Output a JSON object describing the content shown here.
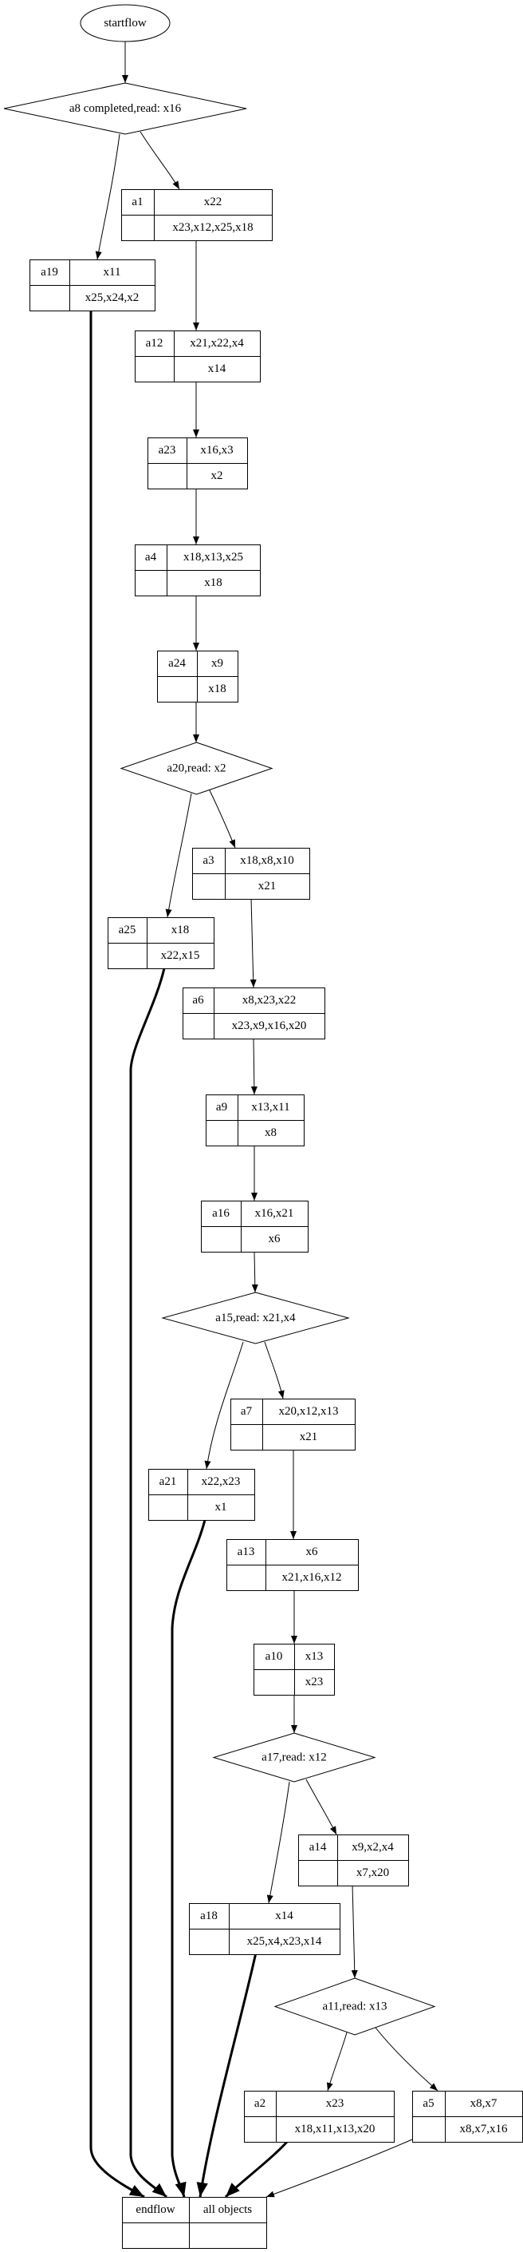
{
  "diagram": {
    "colors": {
      "stroke": "#000000",
      "background": "#ffffff"
    },
    "start": {
      "id": "startflow",
      "label": "startflow",
      "shape": "ellipse"
    },
    "decisions": [
      {
        "id": "a8",
        "label": "a8 completed,read: x16"
      },
      {
        "id": "a20",
        "label": "a20,read: x2"
      },
      {
        "id": "a15",
        "label": "a15,read: x21,x4"
      },
      {
        "id": "a17",
        "label": "a17,read: x12"
      },
      {
        "id": "a11",
        "label": "a11,read: x13"
      }
    ],
    "activities": [
      {
        "id": "a1",
        "name": "a1",
        "top": "x22",
        "bottom": "x23,x12,x25,x18"
      },
      {
        "id": "a19",
        "name": "a19",
        "top": "x11",
        "bottom": "x25,x24,x2"
      },
      {
        "id": "a12",
        "name": "a12",
        "top": "x21,x22,x4",
        "bottom": "x14"
      },
      {
        "id": "a23",
        "name": "a23",
        "top": "x16,x3",
        "bottom": "x2"
      },
      {
        "id": "a4",
        "name": "a4",
        "top": "x18,x13,x25",
        "bottom": "x18"
      },
      {
        "id": "a24",
        "name": "a24",
        "top": "x9",
        "bottom": "x18"
      },
      {
        "id": "a3",
        "name": "a3",
        "top": "x18,x8,x10",
        "bottom": "x21"
      },
      {
        "id": "a25",
        "name": "a25",
        "top": "x18",
        "bottom": "x22,x15"
      },
      {
        "id": "a6",
        "name": "a6",
        "top": "x8,x23,x22",
        "bottom": "x23,x9,x16,x20"
      },
      {
        "id": "a9",
        "name": "a9",
        "top": "x13,x11",
        "bottom": "x8"
      },
      {
        "id": "a16",
        "name": "a16",
        "top": "x16,x21",
        "bottom": "x6"
      },
      {
        "id": "a7",
        "name": "a7",
        "top": "x20,x12,x13",
        "bottom": "x21"
      },
      {
        "id": "a21",
        "name": "a21",
        "top": "x22,x23",
        "bottom": "x1"
      },
      {
        "id": "a13",
        "name": "a13",
        "top": "x6",
        "bottom": "x21,x16,x12"
      },
      {
        "id": "a10",
        "name": "a10",
        "top": "x13",
        "bottom": "x23"
      },
      {
        "id": "a14",
        "name": "a14",
        "top": "x9,x2,x4",
        "bottom": "x7,x20"
      },
      {
        "id": "a18",
        "name": "a18",
        "top": "x14",
        "bottom": "x25,x4,x23,x14"
      },
      {
        "id": "a2",
        "name": "a2",
        "top": "x23",
        "bottom": "x18,x11,x13,x20"
      },
      {
        "id": "a5",
        "name": "a5",
        "top": "x8,x7",
        "bottom": "x8,x7,x16"
      }
    ],
    "end": {
      "id": "endflow",
      "name": "endflow",
      "top": "all objects",
      "bottom": ""
    },
    "edges": [
      {
        "from": "startflow",
        "to": "a8",
        "bold": false
      },
      {
        "from": "a8",
        "to": "a19",
        "bold": false
      },
      {
        "from": "a8",
        "to": "a1",
        "bold": false
      },
      {
        "from": "a1",
        "to": "a12",
        "bold": false
      },
      {
        "from": "a12",
        "to": "a23",
        "bold": false
      },
      {
        "from": "a23",
        "to": "a4",
        "bold": false
      },
      {
        "from": "a4",
        "to": "a24",
        "bold": false
      },
      {
        "from": "a24",
        "to": "a20",
        "bold": false
      },
      {
        "from": "a20",
        "to": "a25",
        "bold": false
      },
      {
        "from": "a20",
        "to": "a3",
        "bold": false
      },
      {
        "from": "a3",
        "to": "a6",
        "bold": false
      },
      {
        "from": "a6",
        "to": "a9",
        "bold": false
      },
      {
        "from": "a9",
        "to": "a16",
        "bold": false
      },
      {
        "from": "a16",
        "to": "a15",
        "bold": false
      },
      {
        "from": "a15",
        "to": "a21",
        "bold": false
      },
      {
        "from": "a15",
        "to": "a7",
        "bold": false
      },
      {
        "from": "a7",
        "to": "a13",
        "bold": false
      },
      {
        "from": "a13",
        "to": "a10",
        "bold": false
      },
      {
        "from": "a10",
        "to": "a17",
        "bold": false
      },
      {
        "from": "a17",
        "to": "a18",
        "bold": false
      },
      {
        "from": "a17",
        "to": "a14",
        "bold": false
      },
      {
        "from": "a14",
        "to": "a11",
        "bold": false
      },
      {
        "from": "a11",
        "to": "a2",
        "bold": false
      },
      {
        "from": "a11",
        "to": "a5",
        "bold": false
      },
      {
        "from": "a19",
        "to": "endflow",
        "bold": true
      },
      {
        "from": "a25",
        "to": "endflow",
        "bold": true
      },
      {
        "from": "a21",
        "to": "endflow",
        "bold": true
      },
      {
        "from": "a18",
        "to": "endflow",
        "bold": true
      },
      {
        "from": "a2",
        "to": "endflow",
        "bold": true
      },
      {
        "from": "a5",
        "to": "endflow",
        "bold": false
      }
    ]
  }
}
